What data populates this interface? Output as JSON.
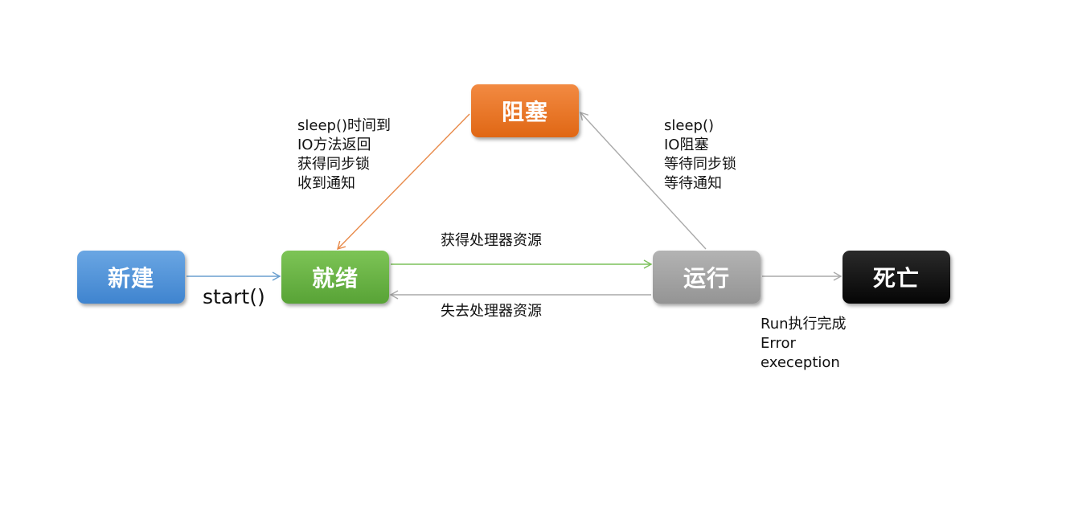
{
  "states": {
    "new": "新建",
    "ready": "就绪",
    "blocked": "阻塞",
    "running": "运行",
    "dead": "死亡"
  },
  "transitions": {
    "start": "start()",
    "wakeup": [
      "sleep()时间到",
      "IO方法返回",
      "获得同步锁",
      "收到通知"
    ],
    "block": [
      "sleep()",
      "IO阻塞",
      "等待同步锁",
      "等待通知"
    ],
    "acquire_cpu": "获得处理器资源",
    "lose_cpu": "失去处理器资源",
    "end": [
      "Run执行完成",
      "Error",
      "exeception"
    ]
  },
  "colors": {
    "new": "#4a90d9",
    "ready": "#66b33f",
    "blocked": "#e8742a",
    "running": "#a6a6a6",
    "dead": "#111111",
    "arrow_blue": "#6a9fcf",
    "arrow_green": "#7cc05a",
    "arrow_orange": "#e88a4a",
    "arrow_gray": "#aaaaaa"
  }
}
